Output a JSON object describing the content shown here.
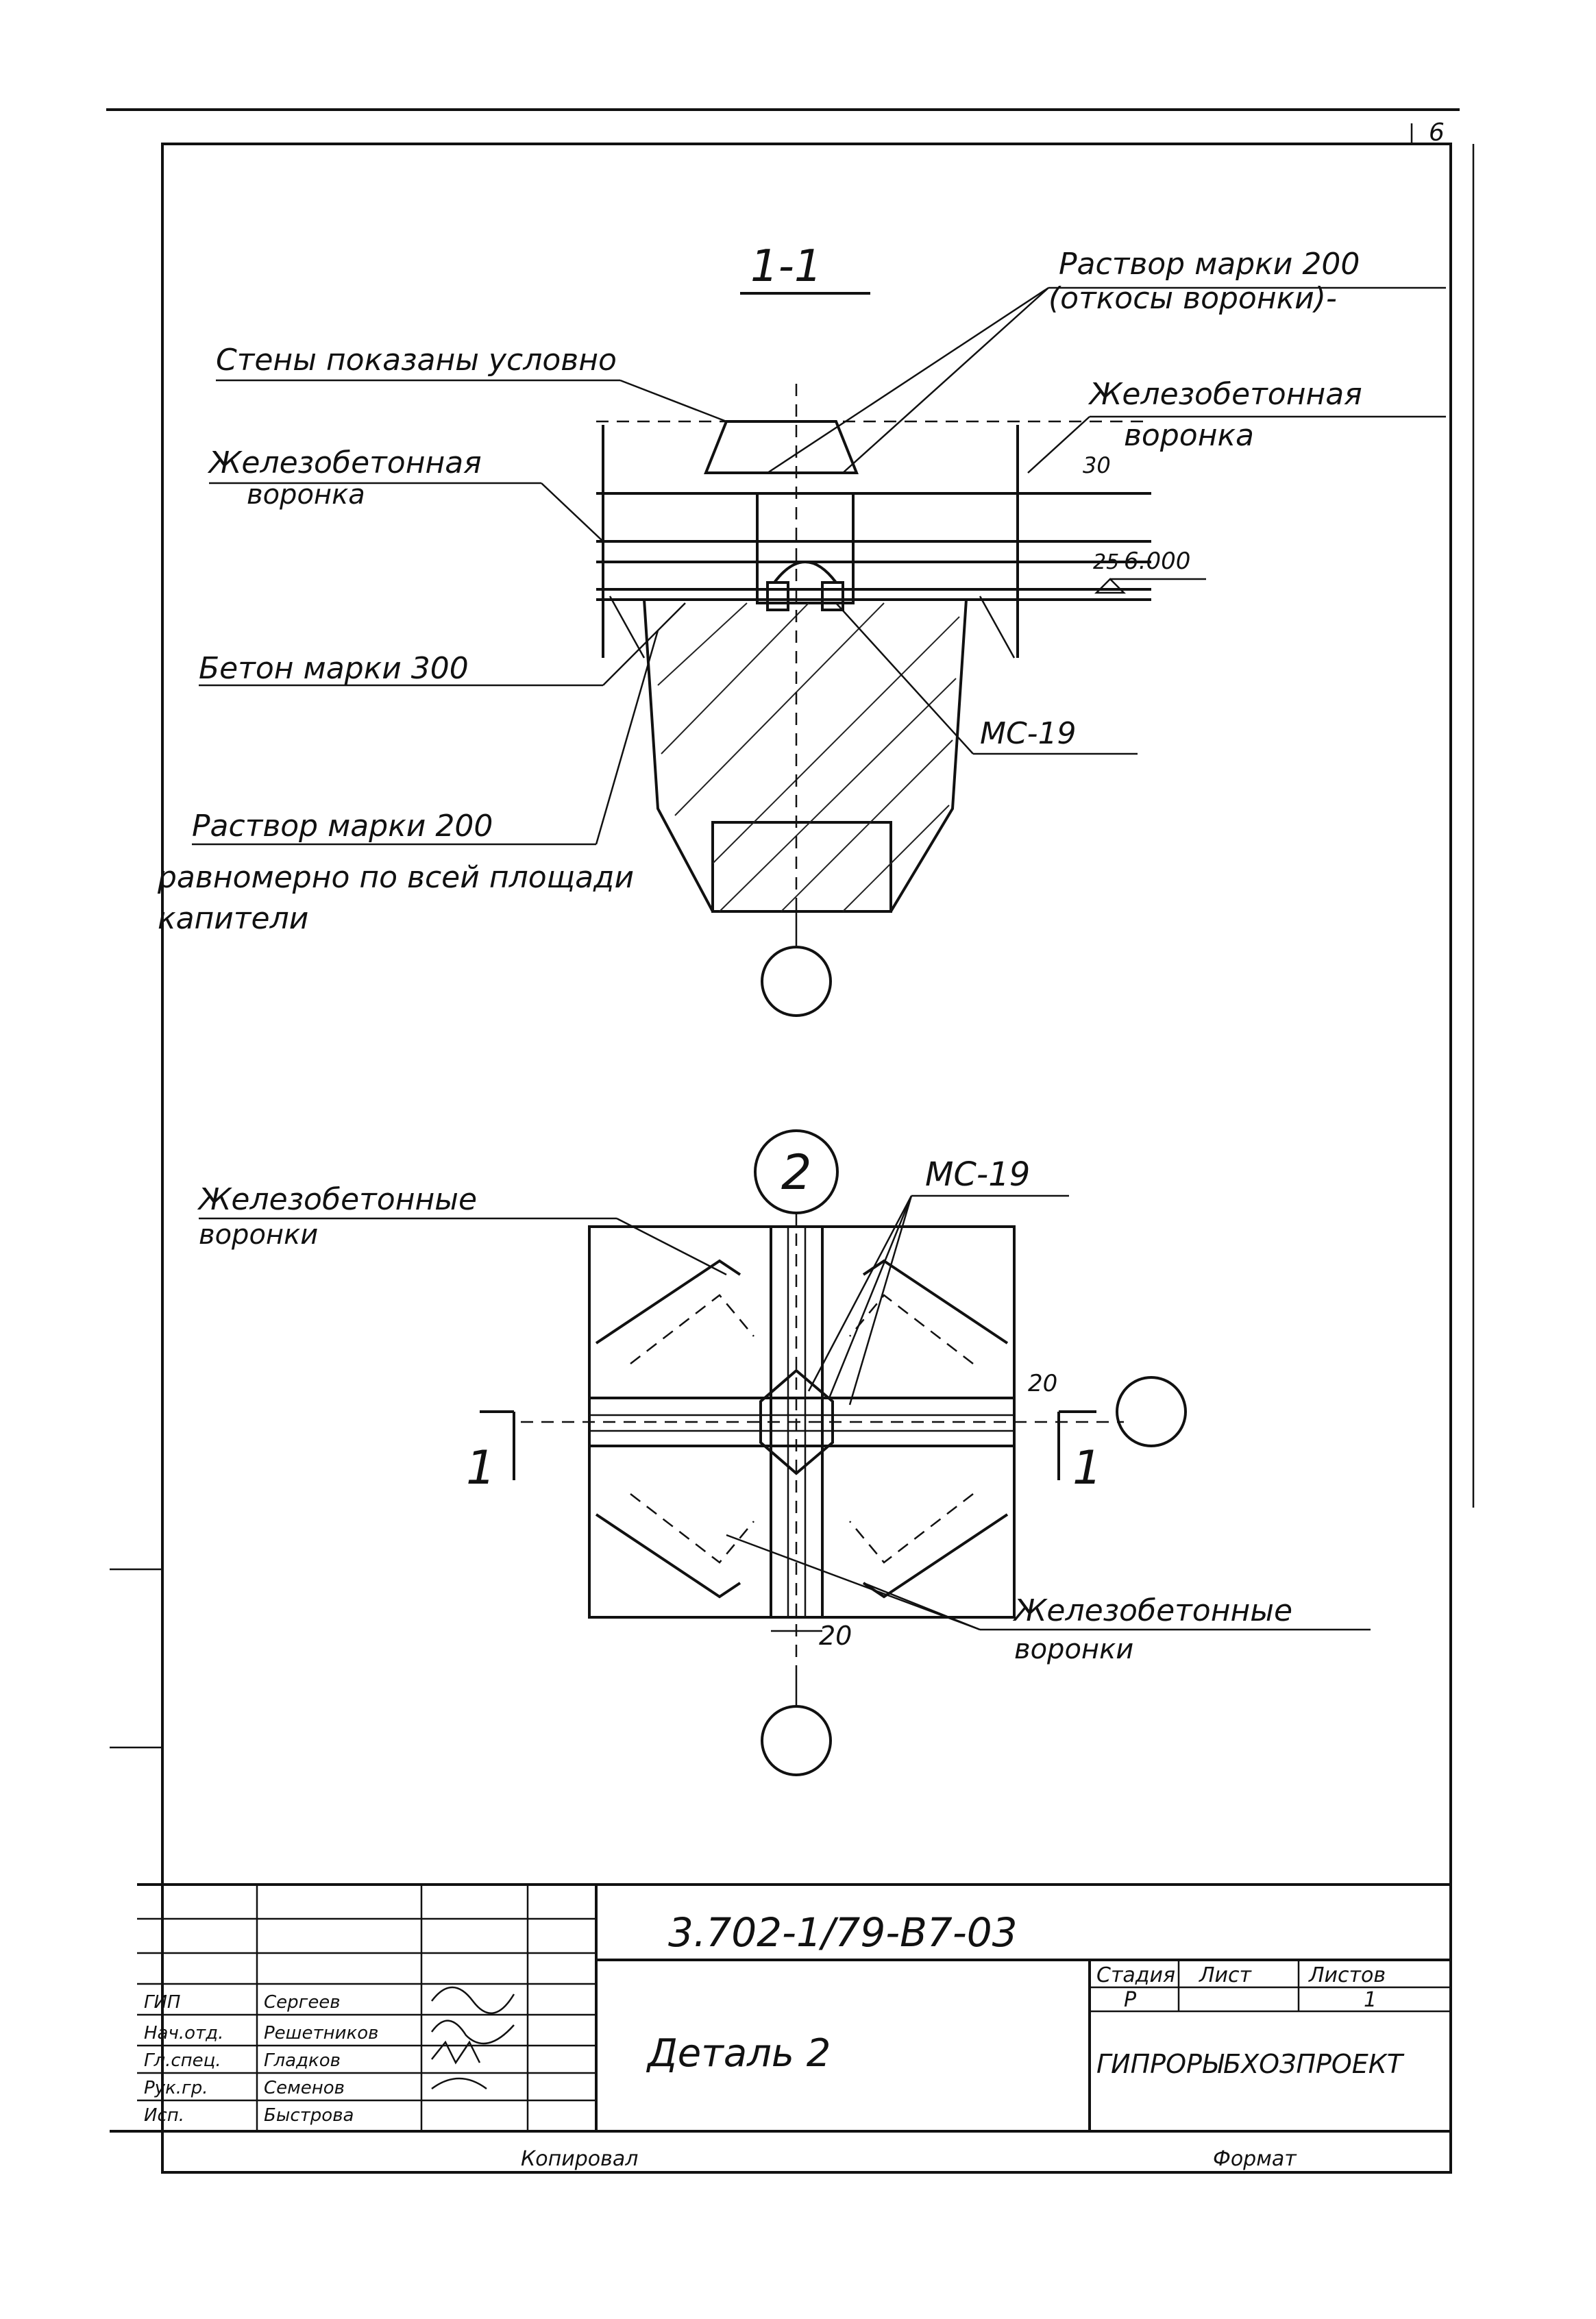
{
  "sheet_number": "6",
  "section": {
    "title": "1-1",
    "labels": {
      "mortar_top_line1": "Раствор марки 200",
      "mortar_top_line2": "(откосы воронки)-",
      "walls_conditional": "Стены показаны условно",
      "funnel_left_line1": "Железобетонная",
      "funnel_left_line2": "воронка",
      "funnel_right_line1": "Железобетонная",
      "funnel_right_line2": "воронка",
      "concrete": "Бетон марки 300",
      "mark_ms19": "МС-19",
      "mortar_bottom_line1": "Раствор марки 200",
      "mortar_bottom_line2": "равномерно по всей площади",
      "mortar_bottom_line3": "капители"
    },
    "dimensions": {
      "d30": "30",
      "d25": "25",
      "level": "6.000"
    }
  },
  "detail": {
    "number": "2",
    "labels": {
      "funnels_top_line1": "Железобетонные",
      "funnels_top_line2": "воронки",
      "mark_ms19": "МС-19",
      "funnels_bottom_line1": "Железобетонные",
      "funnels_bottom_line2": "воронки"
    },
    "section_mark_left": "1",
    "section_mark_right": "1",
    "dimensions": {
      "d20_vertical": "20",
      "d20_horizontal": "20"
    }
  },
  "title_block": {
    "code": "3.702-1/79-В7-03",
    "title": "Деталь 2",
    "stage_header": "Стадия",
    "sheet_header": "Лист",
    "sheets_header": "Листов",
    "stage_value": "Р",
    "sheets_value": "1",
    "organization": "ГИПРОРЫБХОЗПРОЕКТ",
    "roles": [
      "ГИП",
      "Нач.отд.",
      "Гл.спец.",
      "Рук.гр.",
      "Исп."
    ],
    "names": [
      "Сергеев",
      "Решетников",
      "Гладков",
      "Семенов",
      "Быстрова"
    ]
  },
  "footer": {
    "copied": "Копировал",
    "format_label": "Формат"
  }
}
